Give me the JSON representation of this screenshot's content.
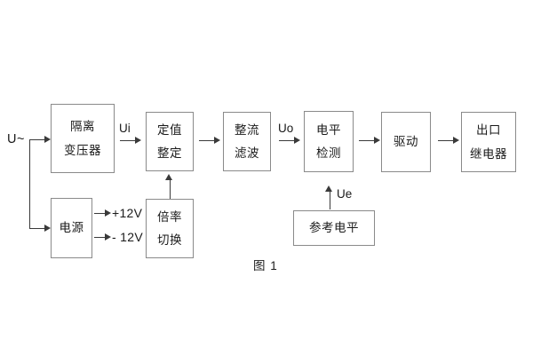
{
  "figure": {
    "caption": "图 1",
    "input_label": "U~",
    "colors": {
      "box_border": "#8a8a8a",
      "line": "#3a3a3a",
      "text": "#1a1a1a",
      "background": "#ffffff"
    }
  },
  "blocks": [
    {
      "id": "isolation-transformer",
      "lines": [
        "隔离",
        "变压器"
      ]
    },
    {
      "id": "setting-value",
      "lines": [
        "定值",
        "整定"
      ]
    },
    {
      "id": "rectify-filter",
      "lines": [
        "整流",
        "滤波"
      ]
    },
    {
      "id": "level-detection",
      "lines": [
        "电平",
        "检测"
      ]
    },
    {
      "id": "drive",
      "lines": [
        "驱动"
      ]
    },
    {
      "id": "output-relay",
      "lines": [
        "出口",
        "继电器"
      ]
    },
    {
      "id": "power-supply",
      "lines": [
        "电源"
      ]
    },
    {
      "id": "multiplier-switch",
      "lines": [
        "倍率",
        "切换"
      ]
    },
    {
      "id": "reference-level",
      "lines": [
        "参考电平"
      ]
    }
  ],
  "signals": {
    "ui": "Ui",
    "uo": "Uo",
    "ue": "Ue"
  },
  "rails": {
    "positive": "+12V",
    "negative": "- 12V"
  }
}
